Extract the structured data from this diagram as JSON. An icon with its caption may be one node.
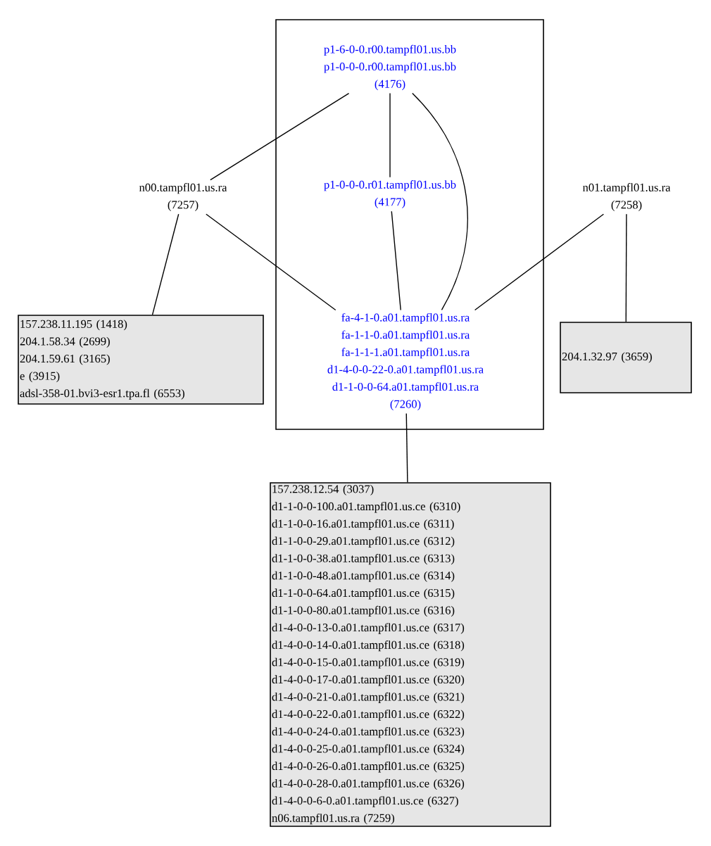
{
  "diagram": {
    "nodes": [
      {
        "text": [],
        "shape": "box"
      },
      {
        "text": [
          "p1-6-0-0.r00.tampfl01.us.bb",
          "p1-0-0-0.r00.tampfl01.us.bb",
          "(4176)"
        ],
        "in": 0
      },
      {
        "text": [
          "p1-0-0-0.r01.tampfl01.us.bb",
          "(4177)"
        ],
        "in": 0
      },
      {
        "text": [
          "fa-4-1-0.a01.tampfl01.us.ra",
          "fa-1-1-0.a01.tampfl01.us.ra",
          "fa-1-1-1.a01.tampfl01.us.ra",
          "d1-4-0-0-22-0.a01.tampfl01.us.ra",
          "d1-1-0-0-64.a01.tampfl01.us.ra",
          "(7260)"
        ],
        "in": 0
      },
      {
        "text": [
          "n00.tampfl01.us.ra",
          "(7257)"
        ]
      },
      {
        "text": [
          "n01.tampfl01.us.ra",
          "(7258)"
        ]
      },
      {
        "text": [
          "157.238.11.195 (1418)",
          "204.1.58.34 (2699)",
          "204.1.59.61 (3165)",
          "e (3915)",
          "adsl-358-01.bvi3-esr1.tpa.fl (6553)"
        ]
      },
      {
        "text": [
          "204.1.32.97 (3659)"
        ]
      },
      {
        "text": [
          "157.238.12.54 (3037)",
          "d1-1-0-0-100.a01.tampfl01.us.ce (6310)",
          "d1-1-0-0-16.a01.tampfl01.us.ce (6311)",
          "d1-1-0-0-29.a01.tampfl01.us.ce (6312)",
          "d1-1-0-0-38.a01.tampfl01.us.ce (6313)",
          "d1-1-0-0-48.a01.tampfl01.us.ce (6314)",
          "d1-1-0-0-64.a01.tampfl01.us.ce (6315)",
          "d1-1-0-0-80.a01.tampfl01.us.ce (6316)",
          "d1-4-0-0-13-0.a01.tampfl01.us.ce (6317)",
          "d1-4-0-0-14-0.a01.tampfl01.us.ce (6318)",
          "d1-4-0-0-15-0.a01.tampfl01.us.ce (6319)",
          "d1-4-0-0-17-0.a01.tampfl01.us.ce (6320)",
          "d1-4-0-0-21-0.a01.tampfl01.us.ce (6321)",
          "d1-4-0-0-22-0.a01.tampfl01.us.ce (6322)",
          "d1-4-0-0-24-0.a01.tampfl01.us.ce (6323)",
          "d1-4-0-0-25-0.a01.tampfl01.us.ce (6324)",
          "d1-4-0-0-26-0.a01.tampfl01.us.ce (6325)",
          "d1-4-0-0-28-0.a01.tampfl01.us.ce (6326)",
          "d1-4-0-0-6-0.a01.tampfl01.us.ce (6327)",
          "n06.tampfl01.us.ra (7259)"
        ]
      }
    ],
    "edges": [
      {
        "from": 1,
        "to": 4,
        "arrow": "none"
      },
      {
        "from": 1,
        "to": 2,
        "arrow": "none"
      },
      {
        "from": 1,
        "to": 3,
        "arrow": "none"
      },
      {
        "from": 4,
        "to": 3,
        "arrow": "none"
      },
      {
        "from": 2,
        "to": 3,
        "arrow": "none"
      },
      {
        "from": 5,
        "to": 3,
        "arrow": "none"
      },
      {
        "from": 4,
        "to": 6,
        "arrow": "none"
      },
      {
        "from": 5,
        "to": 7,
        "arrow": "none"
      },
      {
        "from": 3,
        "to": 8,
        "arrow": "none"
      }
    ]
  }
}
